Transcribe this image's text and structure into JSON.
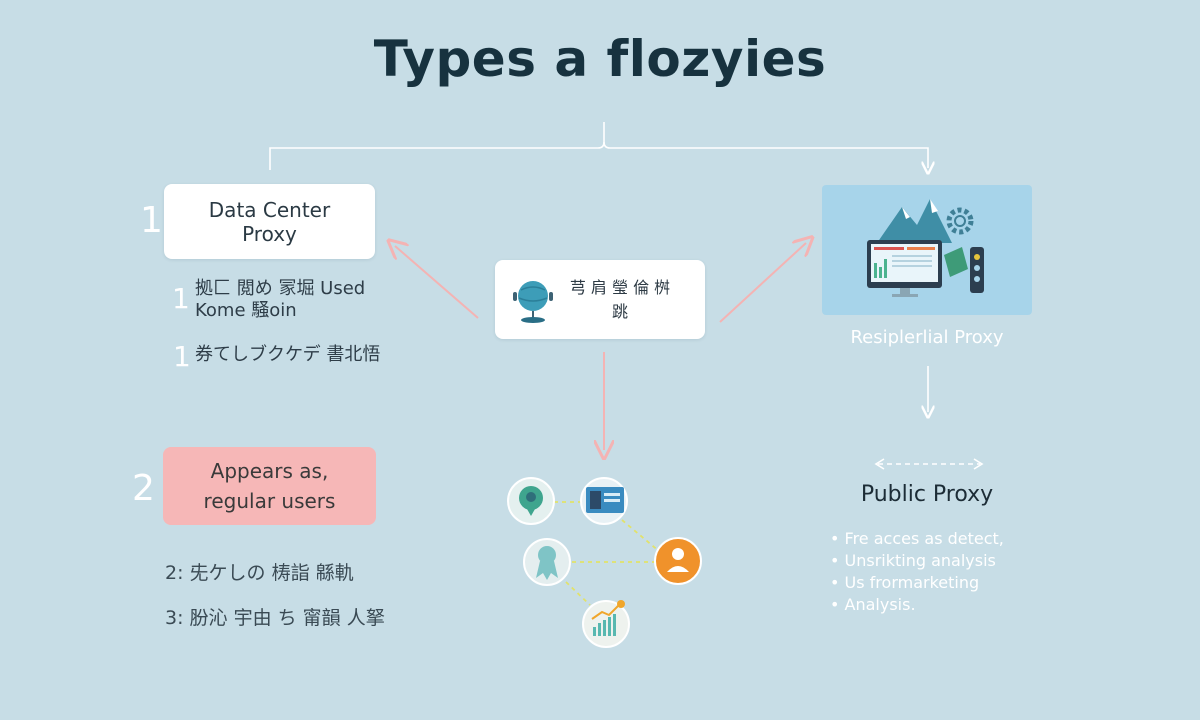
{
  "title": "Types a flozyies",
  "left": {
    "number_1": "1",
    "data_center_label": "Data Center Proxy",
    "note_num": "1",
    "note_text": "拠匚 閲め 冡堀 Used Kome 騒oin",
    "note2_num": "1",
    "note2_text": "券てしブクケデ 書北悟",
    "number_2": "2",
    "appears_label": "Appears as, regular users",
    "item_2": "2: 兂ケしの 梼詣 緜軌",
    "item_3": "3: 肦沁 宇由 ち 甯韻 人拏"
  },
  "middle": {
    "box_text": "芎 肩 瑩 倫 桝跳",
    "icon": "globe-stand-icon",
    "network_icons": [
      "map-pin-icon",
      "browser-window-icon",
      "ribbon-badge-icon",
      "user-icon",
      "chart-growth-icon"
    ]
  },
  "right": {
    "residential_label": "Resiplerlial Proxy",
    "residential_icon": "monitor-mountains-gear-icon",
    "public_title": "Public Proxy",
    "public_items": [
      "Fre acces as detect,",
      "Unsrikting analysis",
      "Us frormarketing",
      "Analysis."
    ]
  },
  "colors": {
    "background": "#c7dde6",
    "title": "#17323f",
    "pink_box": "#f6b7b7",
    "residential_panel": "#a7d4ea",
    "accent_orange": "#f0922b",
    "accent_teal": "#3fa5a6"
  }
}
